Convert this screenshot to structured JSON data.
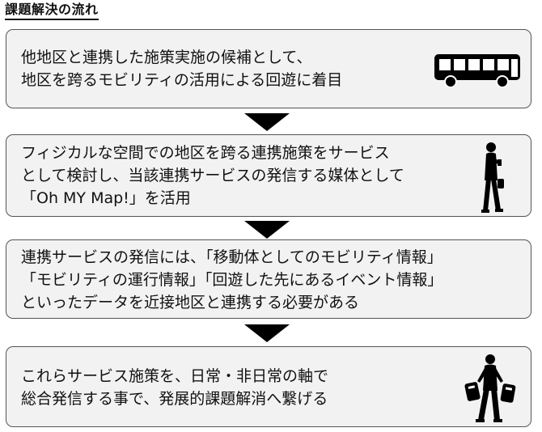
{
  "title": "課題解決の流れ",
  "steps": [
    {
      "lines": [
        "他地区と連携した施策実施の候補として、",
        "地区を跨るモビリティの活用による回遊に着目"
      ],
      "icon": "bus-icon"
    },
    {
      "lines": [
        "フィジカルな空間での地区を跨る連携施策をサービス",
        "として検討し、当該連携サービスの発信する媒体として",
        "「Oh MY Map!」を活用"
      ],
      "icon": "walking-person-with-phone-icon"
    },
    {
      "lines": [
        "連携サービスの発信には、「移動体としてのモビリティ情報」",
        "「モビリティの運行情報」「回遊した先にあるイベント情報」",
        "といったデータを近接地区と連携する必要がある"
      ],
      "icon": ""
    },
    {
      "lines": [
        "これらサービス施策を、日常・非日常の軸で",
        "総合発信する事で、発展的課題解消へ繋げる"
      ],
      "icon": "traveler-with-suitcase-icon"
    }
  ],
  "colors": {
    "box_fill": "#f2f2f2",
    "box_border": "#555555",
    "arrow": "#000000"
  }
}
